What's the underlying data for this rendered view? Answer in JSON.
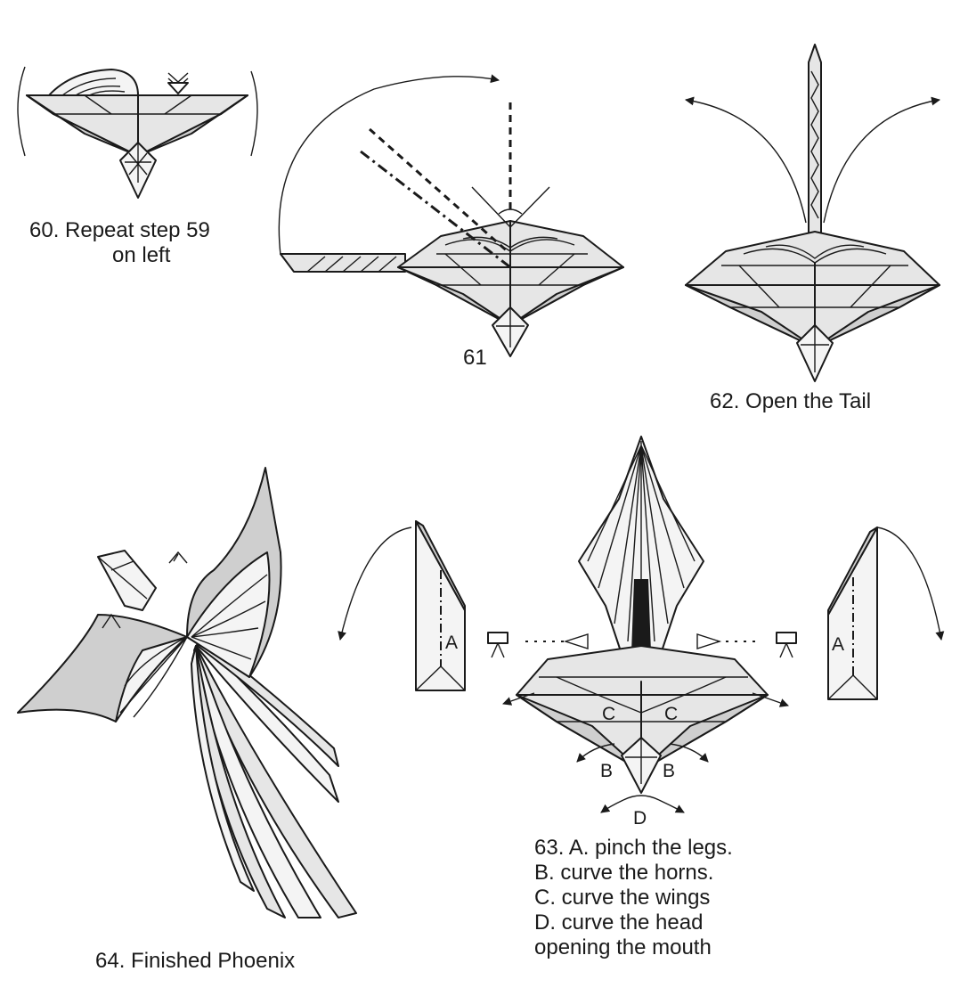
{
  "steps": {
    "s60": "60. Repeat step 59",
    "s60b": "on left",
    "s61": "61",
    "s62": "62. Open the Tail",
    "s64": "64. Finished Phoenix",
    "s63": [
      "63. A. pinch the legs.",
      "B. curve the horns.",
      "C. curve the wings",
      "D. curve the head",
      "opening the mouth"
    ]
  },
  "labels": {
    "leg_left": "A",
    "leg_right": "A",
    "wing_left": "C",
    "wing_right": "C",
    "horn_left": "B",
    "horn_right": "B",
    "head": "D"
  },
  "colors": {
    "ink": "#1a1a1a",
    "paper_dark": "#cfcfcf",
    "paper_light": "#e6e6e6"
  },
  "icons": [
    "repeat-arrow-icon",
    "fold-arrow-icon",
    "eye-view-icon",
    "camera-icon"
  ]
}
